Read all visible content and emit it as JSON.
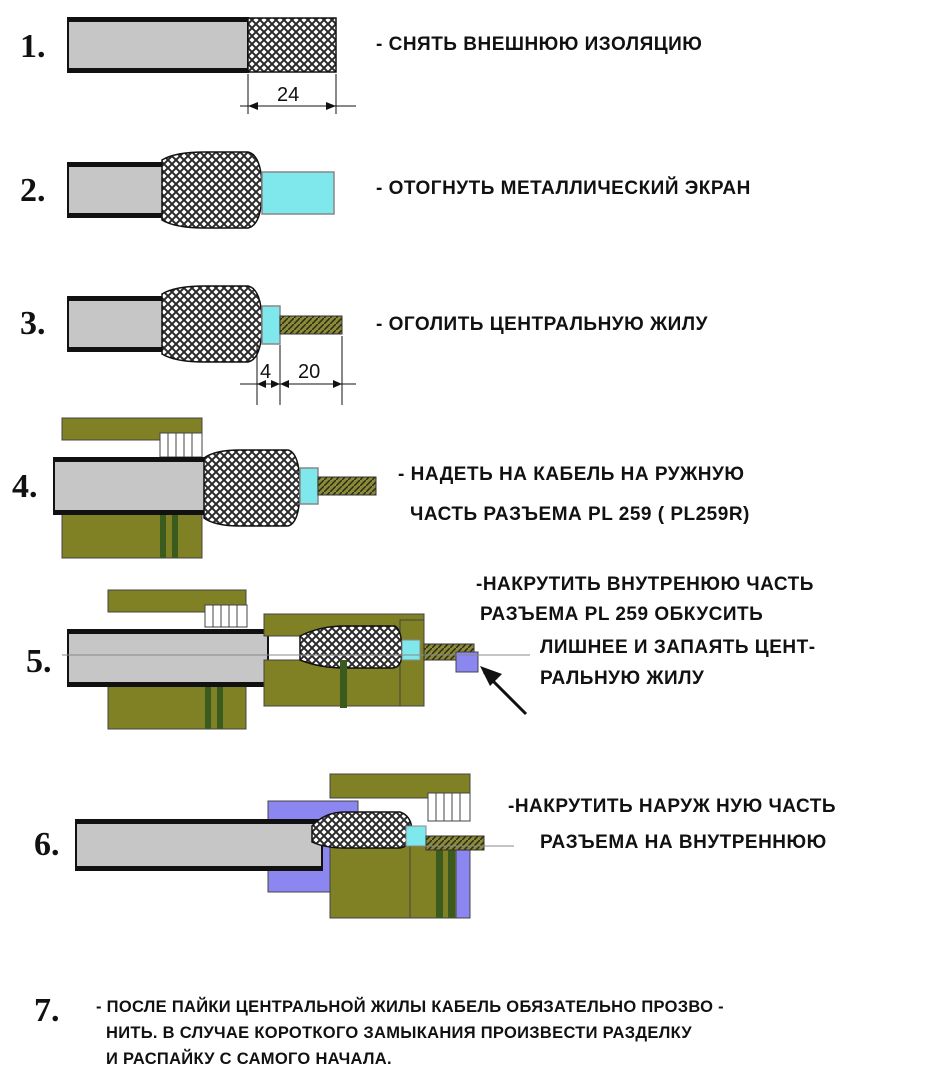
{
  "steps": [
    {
      "number": "1.",
      "lines": [
        "- СНЯТЬ  ВНЕШНЮЮ   ИЗОЛЯЦИЮ"
      ]
    },
    {
      "number": "2.",
      "lines": [
        "- ОТОГНУТЬ МЕТАЛЛИЧЕСКИЙ ЭКРАН"
      ]
    },
    {
      "number": "3.",
      "lines": [
        "- ОГОЛИТЬ ЦЕНТРАЛЬНУЮ    ЖИЛУ"
      ]
    },
    {
      "number": "4.",
      "lines": [
        "- НАДЕТЬ НА КАБЕЛЬ НА РУЖНУЮ",
        "ЧАСТЬ РАЗЪЕМА  PL 259   ( PL259R)"
      ]
    },
    {
      "number": "5.",
      "lines": [
        "-НАКРУТИТЬ ВНУТРЕНЮЮ  ЧАСТЬ",
        "РАЗЪЕМА PL 259   ОБКУСИТЬ",
        "ЛИШНЕЕ   И ЗАПАЯТЬ ЦЕНТ-",
        "РАЛЬНУЮ ЖИЛУ"
      ]
    },
    {
      "number": "6.",
      "lines": [
        "-НАКРУТИТЬ НАРУЖ НУЮ ЧАСТЬ",
        "РАЗЪЕМА НА     ВНУТРЕННЮЮ"
      ]
    }
  ],
  "dimensions": {
    "strip_length": "24",
    "dielectric_length": "4",
    "core_length": "20"
  },
  "footer": {
    "number": "7.",
    "lines": [
      "- ПОСЛЕ ПАЙКИ ЦЕНТРАЛЬНОЙ ЖИЛЫ КАБЕЛЬ  ОБЯЗАТЕЛЬНО  ПРОЗВО -",
      "НИТЬ.  В   СЛУЧАЕ КОРОТКОГО    ЗАМЫКАНИЯ ПРОИЗВЕСТИ   РАЗДЕЛКУ",
      "И РАСПАЙКУ С   САМОГО НАЧАЛА."
    ]
  },
  "colors": {
    "jacket": "#c6c6c6",
    "dielectric": "#7fe8ec",
    "connector_olive": "#808024",
    "connector_dark": "#3a5a1e",
    "nut_blue": "#8c86f0",
    "braid": "#2a2a2a"
  }
}
